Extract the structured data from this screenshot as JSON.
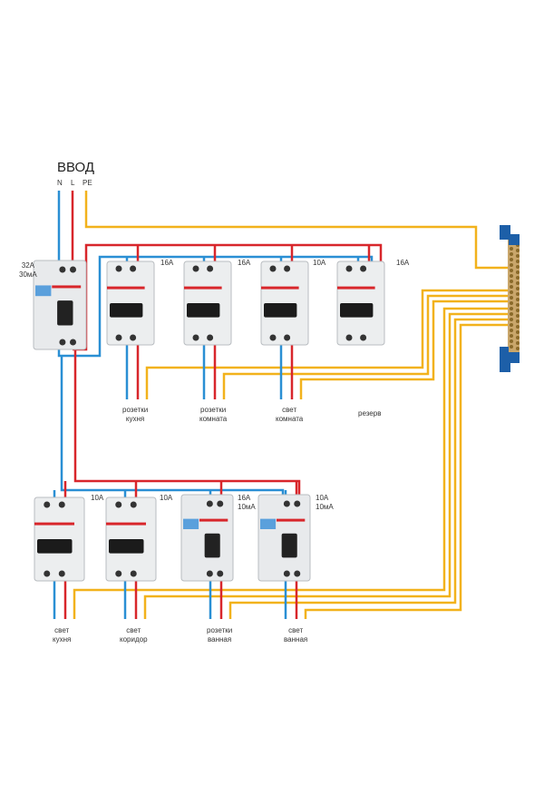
{
  "title": "ВВОД",
  "inputs": {
    "n": "N",
    "l": "L",
    "pe": "PE"
  },
  "main_device": {
    "rating": "32A",
    "leakage": "30мА"
  },
  "top_row": [
    {
      "rating": "16A",
      "line1": "розетки",
      "line2": "кухня"
    },
    {
      "rating": "16A",
      "line1": "розетки",
      "line2": "комната"
    },
    {
      "rating": "10A",
      "line1": "свет",
      "line2": "комната"
    },
    {
      "rating": "16A",
      "line1": "резерв",
      "line2": ""
    }
  ],
  "bottom_row": [
    {
      "rating": "10A",
      "leakage": "",
      "line1": "свет",
      "line2": "кухня"
    },
    {
      "rating": "10A",
      "leakage": "",
      "line1": "свет",
      "line2": "коридор"
    },
    {
      "rating": "16A",
      "leakage": "10мА",
      "line1": "розетки",
      "line2": "ванная"
    },
    {
      "rating": "10A",
      "leakage": "10мА",
      "line1": "свет",
      "line2": "ванная"
    }
  ],
  "colors": {
    "neutral": "#2a8fd4",
    "live": "#d8262b",
    "earth": "#f2b21c",
    "bus_ends": "#1d5fa8",
    "bus": "#c9a66b"
  }
}
